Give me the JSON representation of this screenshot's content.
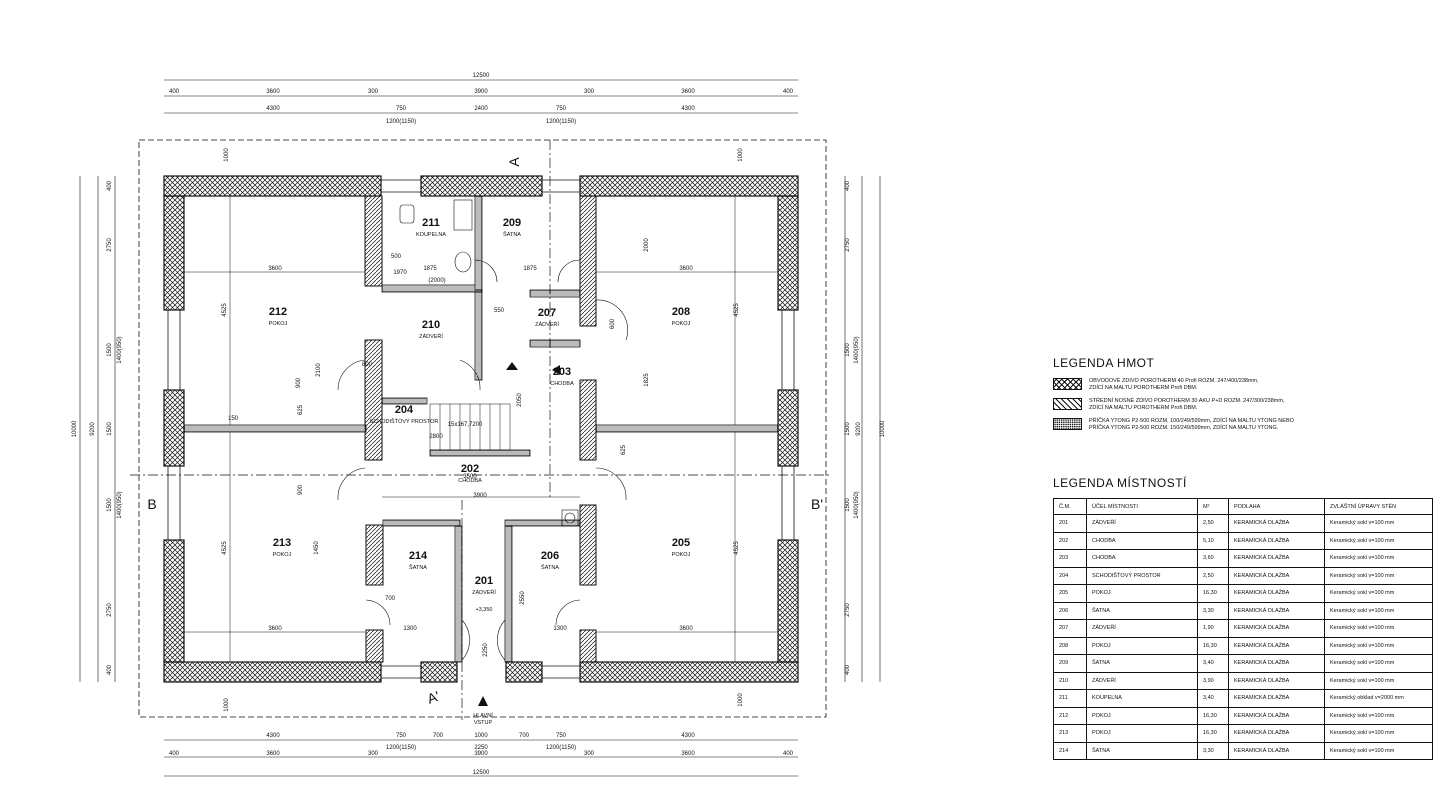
{
  "plan": {
    "dims_top_row1": [
      "12500"
    ],
    "dims_top_row2": [
      "400",
      "3600",
      "300",
      "3900",
      "300",
      "3600",
      "400"
    ],
    "dims_top_row3": [
      "4300",
      "750",
      "2400",
      "750",
      "4300"
    ],
    "dims_top_row4": [
      "1200(1150)",
      "1200(1150)"
    ],
    "dims_bottom_row1": [
      "4300",
      "750",
      "700",
      "1000",
      "700",
      "750",
      "4300"
    ],
    "dims_bottom_row2": [
      "1200(1150)",
      "2250",
      "1200(1150)"
    ],
    "dims_bottom_row3": [
      "400",
      "3600",
      "300",
      "3900",
      "300",
      "3600",
      "400"
    ],
    "dims_bottom_row4": [
      "12500"
    ],
    "dims_left_outer": "10000",
    "dims_left_mid": [
      "9200",
      "1400(950)",
      "1400(950)"
    ],
    "dims_left_inner": [
      "400",
      "2750",
      "1500",
      "1500",
      "1500",
      "2750",
      "400"
    ],
    "dims_right_outer": "10000",
    "dims_right_mid": [
      "9200",
      "1400(950)",
      "1400(950)"
    ],
    "dims_right_inner": [
      "400",
      "2750",
      "1500",
      "1500",
      "1500",
      "2750",
      "400"
    ],
    "dims_vertical_1000": "1000",
    "section_labels": {
      "a_top": "A",
      "a_bottom": "A'",
      "b_left": "B",
      "b_right": "B'"
    },
    "entrance_label": "HLAVNÍ",
    "entrance_label2": "VSTUP",
    "level_mark": "+3,350",
    "rooms": [
      {
        "num": "212",
        "name": "POKOJ"
      },
      {
        "num": "211",
        "name": "KOUPELNA"
      },
      {
        "num": "209",
        "name": "ŠATNA"
      },
      {
        "num": "208",
        "name": "POKOJ"
      },
      {
        "num": "210",
        "name": "ZÁDVEŘÍ"
      },
      {
        "num": "207",
        "name": "ZÁDVEŘÍ"
      },
      {
        "num": "203",
        "name": "CHODBA"
      },
      {
        "num": "204",
        "name": "SCHODIŠŤOVÝ PROSTOR"
      },
      {
        "num": "202",
        "name": "CHODBA"
      },
      {
        "num": "213",
        "name": "POKOJ"
      },
      {
        "num": "214",
        "name": "ŠATNA"
      },
      {
        "num": "201",
        "name": "ZÁDVEŘÍ"
      },
      {
        "num": "206",
        "name": "ŠATNA"
      },
      {
        "num": "205",
        "name": "POKOJ"
      }
    ],
    "interior_dims": [
      "3600",
      "3600",
      "3600",
      "3600",
      "4525",
      "4525",
      "4525",
      "4525",
      "1875",
      "1875",
      "500",
      "1970",
      "800",
      "2100",
      "1450",
      "900",
      "625",
      "625",
      "1825",
      "2000",
      "2050",
      "1300",
      "1300",
      "2550",
      "2250",
      "3900",
      "3500",
      "(2000)",
      "15x167,7200",
      "2800",
      "150",
      "900",
      "600",
      "550",
      "700"
    ]
  },
  "legend_hmot": {
    "title": "LEGENDA HMOT",
    "items": [
      {
        "pattern": "crosshatch",
        "lines": [
          "OBVODOVÉ ZDIVO POROTHERM 40 Profi ROZM. 247/400/238mm,",
          "ZDÍCÍ NA MALTU POROTHERM Profi DBM."
        ]
      },
      {
        "pattern": "diagonal",
        "lines": [
          "STŘEDNÍ NOSNÉ ZDIVO POROTHERM 30 AKU P+D ROZM. 247/300/238mm,",
          "ZDÍCÍ NA MALTU POROTHERM Profi DBM."
        ]
      },
      {
        "pattern": "dots",
        "lines": [
          "PŘÍČKA YTONG P2-500 ROZM. 100/249/599mm, ZDÍCÍ NA MALTU YTONG NEBO",
          "PŘÍČKA YTONG P2-500 ROZM. 150/249/599mm, ZDÍCÍ NA MALTU YTONG."
        ]
      }
    ]
  },
  "legend_mistnosti": {
    "title": "LEGENDA MÍSTNOSTÍ",
    "headers": [
      "Č.M.",
      "ÚČEL MÍSTNOSTI",
      "M²",
      "PODLAHA",
      "ZVLÁŠTNÍ ÚPRAVY STĚN"
    ],
    "rows": [
      [
        "201",
        "ZÁDVEŘÍ",
        "2,50",
        "KERAMICKÁ DLAŽBA",
        "Keramický sokl v=100 mm"
      ],
      [
        "202",
        "CHODBA",
        "5,10",
        "KERAMICKÁ DLAŽBA",
        "Keramický sokl v=100 mm"
      ],
      [
        "203",
        "CHODBA",
        "3,60",
        "KERAMICKÁ DLAŽBA",
        "Keramický sokl v=100 mm"
      ],
      [
        "204",
        "SCHODIŠŤOVÝ PROSTOR",
        "2,50",
        "KERAMICKÁ DLAŽBA",
        "Keramický sokl v=100 mm"
      ],
      [
        "205",
        "POKOJ",
        "16,30",
        "KERAMICKÁ DLAŽBA",
        "Keramický sokl v=100 mm"
      ],
      [
        "206",
        "ŠATNA",
        "3,30",
        "KERAMICKÁ DLAŽBA",
        "Keramický sokl v=100 mm"
      ],
      [
        "207",
        "ZÁDVEŘÍ",
        "1,90",
        "KERAMICKÁ DLAŽBA",
        "Keramický sokl v=100 mm"
      ],
      [
        "208",
        "POKOJ",
        "16,30",
        "KERAMICKÁ DLAŽBA",
        "Keramický sokl v=100 mm"
      ],
      [
        "209",
        "ŠATNA",
        "3,40",
        "KERAMICKÁ DLAŽBA",
        "Keramický sokl v=100 mm"
      ],
      [
        "210",
        "ZÁDVEŘÍ",
        "3,90",
        "KERAMICKÁ DLAŽBA",
        "Keramický sokl v=100 mm"
      ],
      [
        "211",
        "KOUPELNA",
        "3,40",
        "KERAMICKÁ DLAŽBA",
        "Keramický obklad v=2000 mm"
      ],
      [
        "212",
        "POKOJ",
        "16,30",
        "KERAMICKÁ DLAŽBA",
        "Keramický sokl v=100 mm"
      ],
      [
        "213",
        "POKOJ",
        "16,30",
        "KERAMICKÁ DLAŽBA",
        "Keramický sokl v=100 mm"
      ],
      [
        "214",
        "ŠATNA",
        "3,30",
        "KERAMICKÁ DLAŽBA",
        "Keramický sokl v=100 mm"
      ]
    ]
  }
}
